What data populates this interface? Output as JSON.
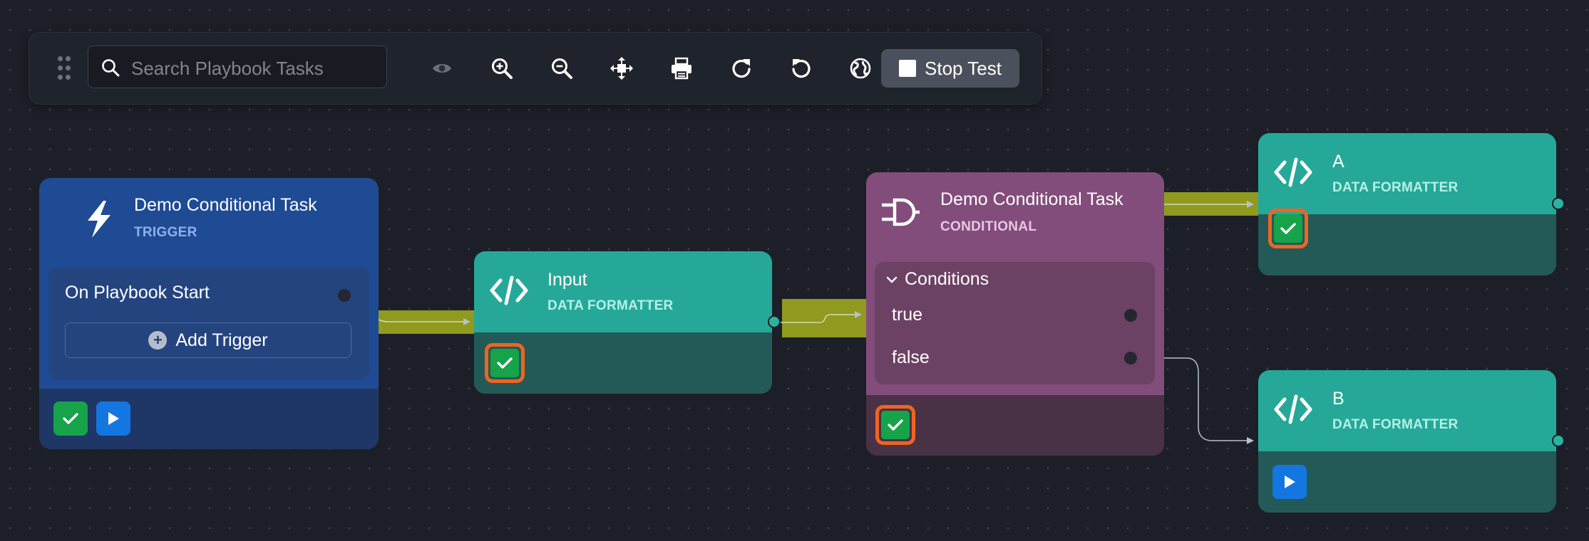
{
  "toolbar": {
    "search_placeholder": "Search Playbook Tasks",
    "icons": [
      "drag-handle-icon",
      "search-icon",
      "eye-icon",
      "zoom-in-icon",
      "zoom-out-icon",
      "fit-view-icon",
      "print-icon",
      "redo-icon",
      "undo-icon",
      "globe-icon",
      "stop-icon"
    ],
    "stop_test_label": "Stop Test"
  },
  "nodes": {
    "trigger": {
      "title": "Demo Conditional Task",
      "subtitle": "TRIGGER",
      "icon": "lightning-icon",
      "event_label": "On Playbook Start",
      "add_trigger_label": "Add Trigger",
      "status": [
        "success",
        "run"
      ]
    },
    "input": {
      "title": "Input",
      "subtitle": "DATA FORMATTER",
      "icon": "code-icon",
      "status": "success-selected"
    },
    "conditional": {
      "title": "Demo Conditional Task",
      "subtitle": "CONDITIONAL",
      "icon": "plug-icon",
      "conditions_label": "Conditions",
      "conditions": [
        "true",
        "false"
      ],
      "status": "success-selected"
    },
    "a": {
      "title": "A",
      "subtitle": "DATA FORMATTER",
      "icon": "code-icon",
      "status": "success-selected"
    },
    "b": {
      "title": "B",
      "subtitle": "DATA FORMATTER",
      "icon": "code-icon",
      "status": "run"
    }
  },
  "colors": {
    "canvas_bg": "#1c1f27",
    "trigger_node": "#1e4b93",
    "formatter_node": "#26a898",
    "conditional_node": "#834d7b",
    "active_edge": "#8f9a1f",
    "success": "#16a34a",
    "run": "#1476e0",
    "selected_ring": "#f06420"
  },
  "edges": [
    {
      "from": "trigger.on-playbook-start",
      "to": "input",
      "active": true
    },
    {
      "from": "input",
      "to": "conditional",
      "active": true
    },
    {
      "from": "conditional.true",
      "to": "a",
      "active": true
    },
    {
      "from": "conditional.false",
      "to": "b",
      "active": false
    }
  ]
}
